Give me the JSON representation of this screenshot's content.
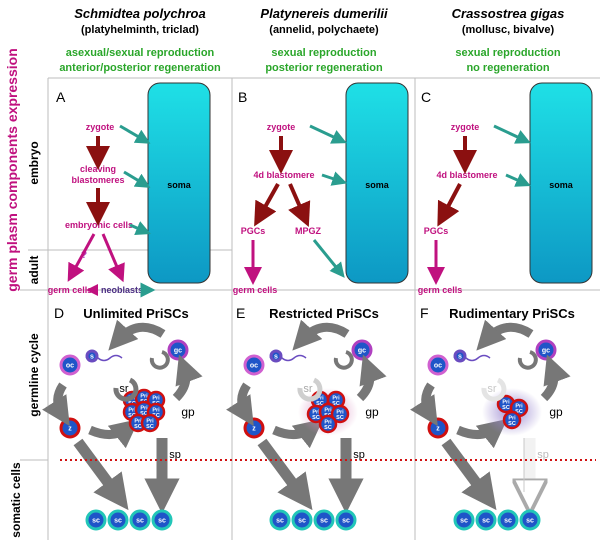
{
  "colors": {
    "magenta": "#c0117f",
    "green": "#2aa62a",
    "darkred": "#8b1010",
    "teal": "#2a9d8f",
    "purple": "#b040c0",
    "gray": "#7a7a7a",
    "soma_top": "#1dd7e0",
    "soma_bottom": "#0f9fc8",
    "cell_blue": "#1f55c8",
    "cell_ring_teal": "#22c6b8",
    "red_dots": "#d01010"
  },
  "side_labels": {
    "expression": "germ plasm components expression",
    "embryo": "embryo",
    "adult": "adult",
    "germline": "germline cycle",
    "somatic": "somatic cells"
  },
  "columns": [
    {
      "species": "Schmidtea polychroa",
      "taxon": "(platyhelminth, triclad)",
      "repro": "asexual/sexual reproduction",
      "regen": "anterior/posterior regeneration",
      "panel": "A",
      "cycle_panel": "D",
      "cycle_title": "Unlimited PriSCs"
    },
    {
      "species": "Platynereis dumerilii",
      "taxon": "(annelid, polychaete)",
      "repro": "sexual reproduction",
      "regen": "posterior regeneration",
      "panel": "B",
      "cycle_panel": "E",
      "cycle_title": "Restricted PriSCs"
    },
    {
      "species": "Crassostrea gigas",
      "taxon": "(mollusc, bivalve)",
      "repro": "sexual reproduction",
      "regen": "no regeneration",
      "panel": "C",
      "cycle_panel": "F",
      "cycle_title": "Rudimentary PriSCs"
    }
  ],
  "panelA": {
    "zygote": "zygote",
    "cleaving": "cleaving",
    "blastomeres": "blastomeres",
    "embryonic": "embryonic cells",
    "question": "?",
    "germ": "germ cells",
    "neoblasts": "neoblasts",
    "soma": "soma"
  },
  "panelB": {
    "zygote": "zygote",
    "blastomere": "4d blastomere",
    "pgcs": "PGCs",
    "mpgz": "MPGZ",
    "germ": "germ cells",
    "soma": "soma"
  },
  "panelC": {
    "zygote": "zygote",
    "blastomere": "4d blastomere",
    "pgcs": "PGCs",
    "germ": "germ cells",
    "soma": "soma"
  },
  "cycle_labels": {
    "gc": "gc",
    "oc": "oc",
    "s": "s",
    "z": "z",
    "gp": "gp",
    "sr": "sr",
    "sp": "sp",
    "pri1": "Pri",
    "pri2": "SC",
    "sc": "sc"
  }
}
